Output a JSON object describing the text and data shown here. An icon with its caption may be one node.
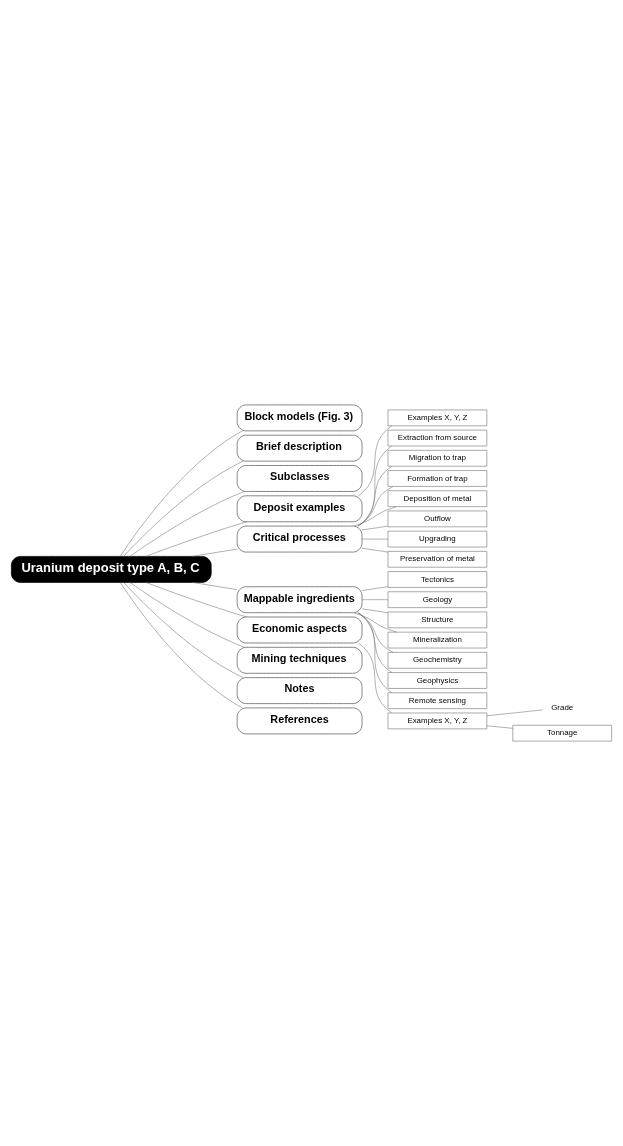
{
  "diagram": {
    "nodes": [
      {
        "text": [
          "Uranium deposit type A, B, C"
        ]
      },
      {
        "text": [
          "Block models (Fig. 3)"
        ]
      },
      {
        "text": [
          "Brief description"
        ]
      },
      {
        "text": [
          "Subclasses"
        ]
      },
      {
        "text": [
          "Deposit examples"
        ]
      },
      {
        "text": [
          "Examples X, Y, Z"
        ]
      },
      {
        "text": [
          "Critical processes"
        ]
      },
      {
        "text": [
          "Extraction from source"
        ]
      },
      {
        "text": [
          "Migration to trap"
        ]
      },
      {
        "text": [
          "Formation of trap"
        ]
      },
      {
        "text": [
          "Deposition of metal"
        ]
      },
      {
        "text": [
          "Outflow"
        ]
      },
      {
        "text": [
          "Upgrading"
        ]
      },
      {
        "text": [
          "Preservation of metal"
        ]
      },
      {
        "text": [
          "Mappable ingredients"
        ]
      },
      {
        "text": [
          "Tectonics"
        ]
      },
      {
        "text": [
          "Geology"
        ]
      },
      {
        "text": [
          "Structure"
        ]
      },
      {
        "text": [
          "Mineralization"
        ]
      },
      {
        "text": [
          "Geochemistry"
        ]
      },
      {
        "text": [
          "Geophysics"
        ]
      },
      {
        "text": [
          "Remote sensing"
        ]
      },
      {
        "text": [
          "Economic aspects"
        ]
      },
      {
        "text": [
          "Examples X, Y, Z"
        ]
      },
      {
        "text": [
          "Grade"
        ]
      },
      {
        "text": [
          "Tonnage"
        ]
      },
      {
        "text": [
          "Mining techniques"
        ]
      },
      {
        "text": [
          "Notes"
        ]
      },
      {
        "text": [
          "References"
        ]
      }
    ],
    "edges": [
      {
        "from": 0,
        "to": 1,
        "arrow": "none"
      },
      {
        "from": 0,
        "to": 2,
        "arrow": "none"
      },
      {
        "from": 0,
        "to": 3,
        "arrow": "none"
      },
      {
        "from": 0,
        "to": 4,
        "arrow": "none"
      },
      {
        "from": 4,
        "to": 5,
        "arrow": "none"
      },
      {
        "from": 0,
        "to": 6,
        "arrow": "none"
      },
      {
        "from": 6,
        "to": 7,
        "arrow": "none"
      },
      {
        "from": 6,
        "to": 8,
        "arrow": "none"
      },
      {
        "from": 6,
        "to": 9,
        "arrow": "none"
      },
      {
        "from": 6,
        "to": 10,
        "arrow": "none"
      },
      {
        "from": 6,
        "to": 11,
        "arrow": "none"
      },
      {
        "from": 6,
        "to": 12,
        "arrow": "none"
      },
      {
        "from": 6,
        "to": 13,
        "arrow": "none"
      },
      {
        "from": 0,
        "to": 14,
        "arrow": "none"
      },
      {
        "from": 14,
        "to": 15,
        "arrow": "none"
      },
      {
        "from": 14,
        "to": 16,
        "arrow": "none"
      },
      {
        "from": 14,
        "to": 17,
        "arrow": "none"
      },
      {
        "from": 14,
        "to": 18,
        "arrow": "none"
      },
      {
        "from": 14,
        "to": 19,
        "arrow": "none"
      },
      {
        "from": 14,
        "to": 20,
        "arrow": "none"
      },
      {
        "from": 14,
        "to": 21,
        "arrow": "none"
      },
      {
        "from": 0,
        "to": 22,
        "arrow": "none"
      },
      {
        "from": 22,
        "to": 23,
        "arrow": "none"
      },
      {
        "from": 23,
        "to": 24,
        "arrow": "none"
      },
      {
        "from": 23,
        "to": 25,
        "arrow": "none"
      },
      {
        "from": 0,
        "to": 26,
        "arrow": "none"
      },
      {
        "from": 0,
        "to": 27,
        "arrow": "none"
      },
      {
        "from": 0,
        "to": 28,
        "arrow": "none"
      }
    ]
  }
}
